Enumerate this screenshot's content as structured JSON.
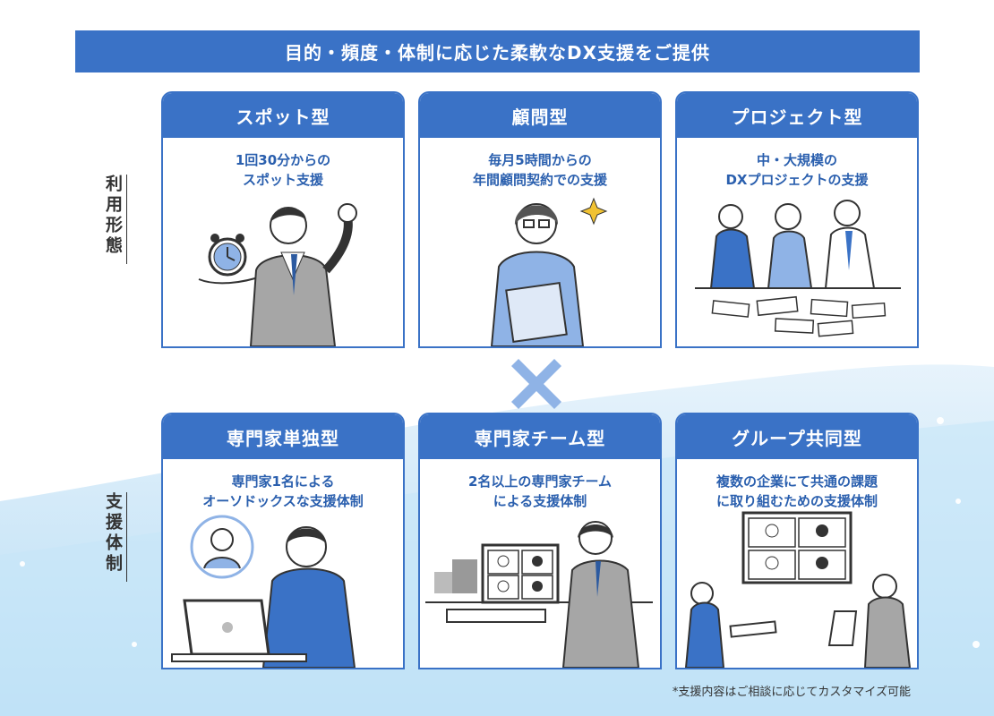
{
  "banner": {
    "title": "目的・頻度・体制に応じた柔軟なDX支援をご提供"
  },
  "side_labels": {
    "usage": "利用形態",
    "support": "支援体制"
  },
  "usage_cards": [
    {
      "title": "スポット型",
      "desc": [
        "1回30分からの",
        "スポット支援"
      ]
    },
    {
      "title": "顧問型",
      "desc": [
        "毎月5時間からの",
        "年間顧問契約での支援"
      ]
    },
    {
      "title": "プロジェクト型",
      "desc": [
        "中・大規模の",
        "DXプロジェクトの支援"
      ]
    }
  ],
  "support_cards": [
    {
      "title": "専門家単独型",
      "desc": [
        "専門家1名による",
        "オーソドックスな支援体制"
      ]
    },
    {
      "title": "専門家チーム型",
      "desc": [
        "2名以上の専門家チーム",
        "による支援体制"
      ]
    },
    {
      "title": "グループ共同型",
      "desc": [
        "複数の企業にて共通の課題",
        "に取り組むための支援体制"
      ]
    }
  ],
  "footnote": "*支援内容はご相談に応じてカスタマイズ可能",
  "colors": {
    "primary": "#3a72c6",
    "accent_light": "#8fb3e6",
    "desc_text": "#2a5fae"
  },
  "icons": {
    "cross": "cross-mark-icon",
    "illustrations": [
      "businessman-alarm-clock",
      "woman-glasses-document",
      "team-meeting-table",
      "expert-laptop-video",
      "expert-team-video-call",
      "group-video-conference"
    ]
  }
}
